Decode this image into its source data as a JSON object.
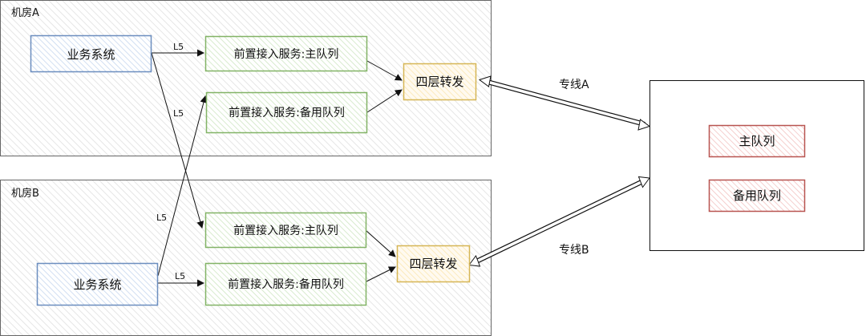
{
  "rooms": {
    "a": {
      "label": "机房A"
    },
    "b": {
      "label": "机房B"
    }
  },
  "nodes": {
    "biz_a": "业务系统",
    "biz_b": "业务系统",
    "front_a_main": "前置接入服务:主队列",
    "front_a_backup": "前置接入服务:备用队列",
    "front_b_main": "前置接入服务:主队列",
    "front_b_backup": "前置接入服务:备用队列",
    "l4_a": "四层转发",
    "l4_b": "四层转发",
    "queue_main": "主队列",
    "queue_backup": "备用队列"
  },
  "edges": {
    "l5_a_main": "L5",
    "l5_a_cross": "L5",
    "l5_b_cross": "L5",
    "l5_b_backup": "L5"
  },
  "links": {
    "line_a": "专线A",
    "line_b": "专线B"
  },
  "colors": {
    "blue_stroke": "#6c8ebf",
    "green_stroke": "#82b366",
    "orange_stroke": "#d6b656",
    "red_stroke": "#b85450",
    "room_stroke": "#666666"
  }
}
